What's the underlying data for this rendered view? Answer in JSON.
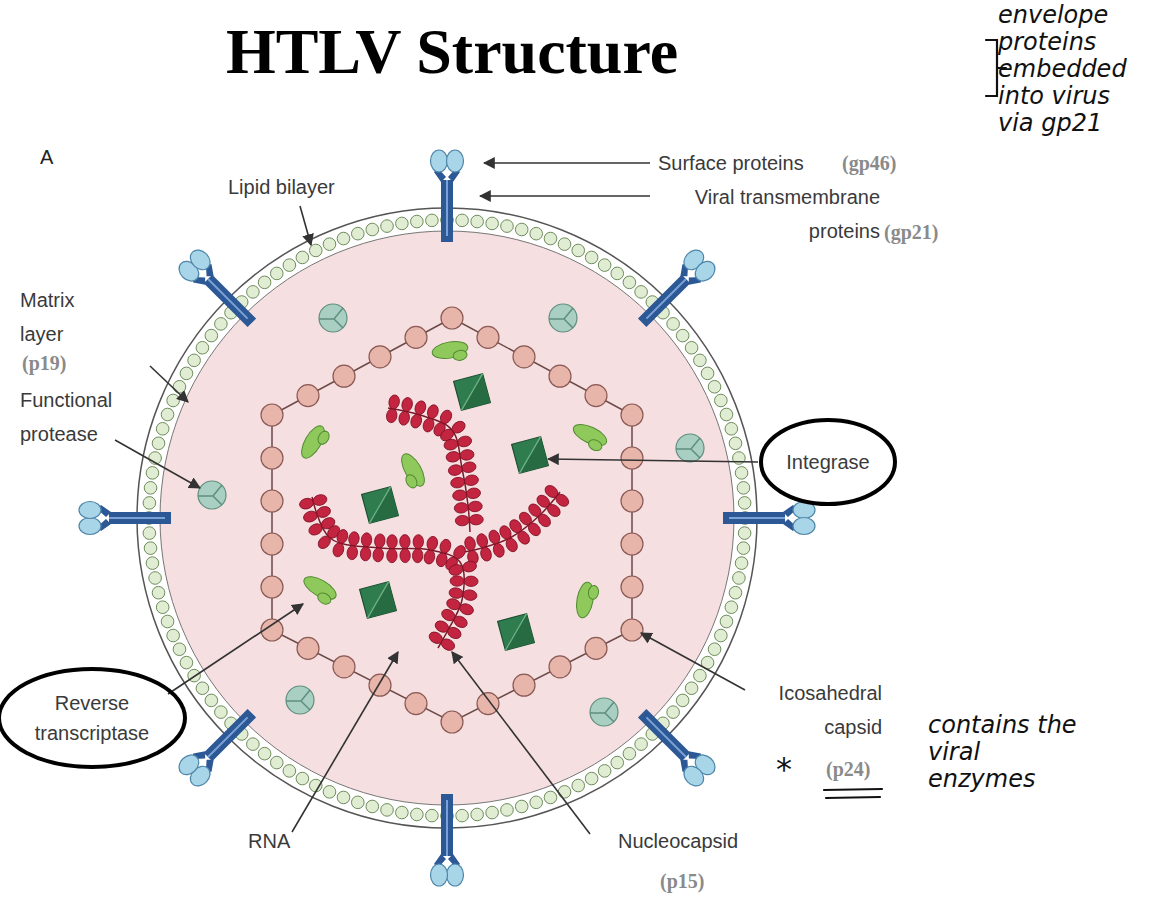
{
  "diagram": {
    "title": "HTLV Structure",
    "nodes": [
      {
        "text": [
          "Integrase"
        ]
      },
      {
        "text": [
          "Reverse transcriptase"
        ]
      }
    ],
    "labels": [
      "A",
      "Surface proteins",
      "(gp46)",
      "Viral transmembrane proteins",
      "(gp21)",
      "envelope proteins embedded into virus via gp21",
      "Lipid bilayer",
      "Matrix layer",
      "(p19)",
      "Functional protease",
      "Icosahedral capsid",
      "*",
      "(p24)",
      "contains the viral enzymes",
      "RNA",
      "Nucleocapsid",
      "(p15)"
    ]
  }
}
